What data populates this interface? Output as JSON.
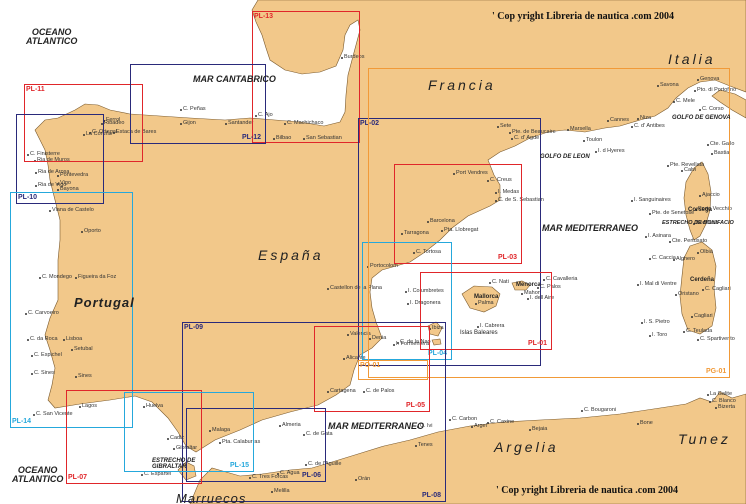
{
  "colors": {
    "sea": "#ffffff",
    "land": "#f2c88a",
    "coast": "#7a5a2e",
    "red": "#e0262a",
    "navy": "#2a2a7a",
    "blue": "#25a8dc",
    "orange": "#f19a38"
  },
  "copyright": {
    "top": "' Cop  yright Libreria de nautica .com 2004",
    "bottom": "' Cop  yright Libreria de nautica .com 2004"
  },
  "seas": {
    "oceano_top": "OCEANO\nATLANTICO",
    "oceano_bottom": "OCEANO\nATLANTICO",
    "cantabrico": "MAR CANTABRICO",
    "mediterraneo_east": "MAR MEDITERRANEO",
    "mediterraneo_south": "MAR MEDITERRANEO",
    "golfo_genova": "GOLFO DE GENOVA",
    "golfo_leon": "GOLFO DE LEON",
    "bonifacio": "ESTRECHO DE BONIFACIO",
    "gibraltar": "ESTRECHO DE\nGIBRALTAR"
  },
  "countries": {
    "espana": "España",
    "portugal": "Portugal",
    "francia": "Francia",
    "italia": "Italia",
    "argelia": "Argelia",
    "tunez": "Tunez",
    "marruecos": "Marruecos"
  },
  "islands": {
    "corsega": "Corsega",
    "cerdena": "Cerdeña",
    "mallorca": "Mallorca",
    "menorca": "Menorca",
    "baleares": "Islas Baleares"
  },
  "towns": [
    "C. Ortegal",
    "Estaca de Bares",
    "Ferrol",
    "La Coruña",
    "Ribadeo",
    "C. Peñas",
    "Gijon",
    "Santander",
    "C. Ajo",
    "C. Machichaco",
    "Bilbao",
    "San Sebastian",
    "Burdeos",
    "C. Finisterre",
    "Ria de Muros",
    "Ria de Arosa",
    "Pontevedra",
    "Ria de Vigo",
    "Vigo",
    "Bayona",
    "Viana de Castelo",
    "Oporto",
    "C. Mondego",
    "Figueira da Foz",
    "C. Carvoeiro",
    "C. da Roca",
    "Lisboa",
    "Setubal",
    "C. Espichel",
    "C. Sines",
    "Sines",
    "C. San Vicente",
    "Lagos",
    "Huelva",
    "Cadiz",
    "Gibraltar",
    "C. Espartel",
    "Malaga",
    "Pta. Calaburras",
    "Almeria",
    "C. de Gata",
    "Cartagena",
    "C. de Palos",
    "Alicante",
    "Denia",
    "C. de la Nao",
    "Valencia",
    "Castellon de la Plana",
    "Portocolom",
    "Tarragona",
    "Barcelona",
    "Pta. Llobregat",
    "C. de S. Sebastian",
    "I. Medas",
    "C. Creus",
    "Port Vendres",
    "Sete",
    "Pte. de Beaucaire",
    "C. d' Agde",
    "Marsella",
    "Toulon",
    "Cannes",
    "Niza",
    "C. d' Antibes",
    "Savona",
    "Genova",
    "Pto. di Portofino",
    "C. Mele",
    "C. Corso",
    "Bastia",
    "Calvi",
    "Ajaccio",
    "Porto Vecchio",
    "Bonifacio",
    "Olbia",
    "Alghero",
    "Oristano",
    "Cagliari",
    "C. Teulada",
    "C. Spartivento",
    "Orán",
    "C. Ivi",
    "C. Carbon",
    "Tenes",
    "Argel",
    "C. Caxine",
    "Bejaia",
    "C. Bougaroni",
    "Bone",
    "La Galite",
    "C. Blanco",
    "Bizerta",
    "I. Formentera",
    "I. Cabrera",
    "I. Columbretes",
    "I. Dragonera",
    "I. dell Aire",
    "Ibiza",
    "Palma",
    "Mahon",
    "C. Tortosa",
    "C. Nati",
    "C. Cavalleria",
    "C. Palos",
    "C. Tres Forcas",
    "Melilla",
    "C. Agua",
    "C. de l'Aguille",
    "I. d Hyeres",
    "I. Sanguinaires",
    "I. Asinara",
    "I. Mal di Ventre",
    "I. S. Pietro",
    "I. Toro",
    "C. Caccia",
    "Pte. Revellata",
    "Pte. de Senetose",
    "Cte. Pertusato",
    "Cte. Gallo",
    "C. Cagliari"
  ],
  "charts": [
    {
      "code": "PL-13"
    },
    {
      "code": "PL-11"
    },
    {
      "code": "PL-10"
    },
    {
      "code": "PL-12"
    },
    {
      "code": "PL-14"
    },
    {
      "code": "PL-02"
    },
    {
      "code": "PL-03"
    },
    {
      "code": "PL-04"
    },
    {
      "code": "PL-01"
    },
    {
      "code": "PG-01"
    },
    {
      "code": "PO-01"
    },
    {
      "code": "PL-05"
    },
    {
      "code": "PL-09"
    },
    {
      "code": "PL-06"
    },
    {
      "code": "PL-07"
    },
    {
      "code": "PL-15"
    },
    {
      "code": "PL-08"
    }
  ]
}
